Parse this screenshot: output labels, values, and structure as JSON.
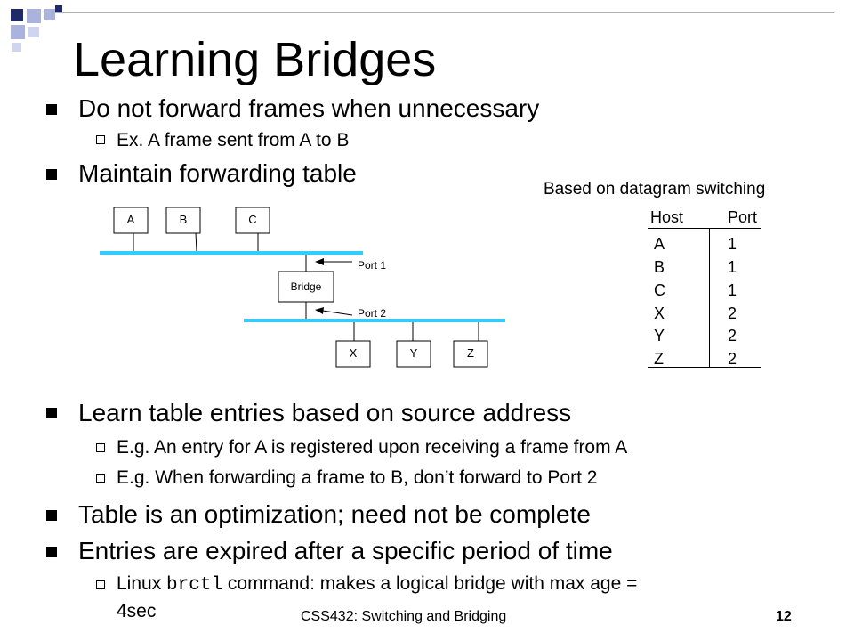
{
  "slide": {
    "title": "Learning Bridges",
    "bullets": {
      "b1": "Do not forward frames when unnecessary",
      "b1_sub1": "Ex. A frame sent from A to B",
      "b2": "Maintain forwarding table",
      "b3": "Learn table entries based on source address",
      "b3_sub1": "E.g. An entry for A is registered upon receiving a frame from A",
      "b3_sub2": "E.g. When forwarding a frame to B, don’t forward to Port 2",
      "b4": "Table is an optimization; need not be complete",
      "b5": "Entries are expired after a specific period of time",
      "b5_sub1_a": "Linux",
      "b5_sub1_code": "brctl",
      "b5_sub1_b": "command: makes a logical bridge with max age =",
      "b5_sub1_c": "4sec"
    },
    "footer": {
      "course": "CSS432: Switching and Bridging",
      "page": "12"
    }
  },
  "diagram": {
    "hosts_top": [
      "A",
      "B",
      "C"
    ],
    "hosts_bottom": [
      "X",
      "Y",
      "Z"
    ],
    "bridge_label": "Bridge",
    "port1_label": "Port 1",
    "port2_label": "Port 2",
    "lan_color": "#33ccff"
  },
  "table": {
    "caption": "Based on datagram switching",
    "headers": [
      "Host",
      "Port"
    ],
    "rows": [
      {
        "host": "A",
        "port": "1"
      },
      {
        "host": "B",
        "port": "1"
      },
      {
        "host": "C",
        "port": "1"
      },
      {
        "host": "X",
        "port": "2"
      },
      {
        "host": "Y",
        "port": "2"
      },
      {
        "host": "Z",
        "port": "2"
      }
    ]
  },
  "theme": {
    "deco_dark": "#1f2a6b",
    "deco_light": "#a9b3dd",
    "title_line": "#b0b0b0"
  }
}
